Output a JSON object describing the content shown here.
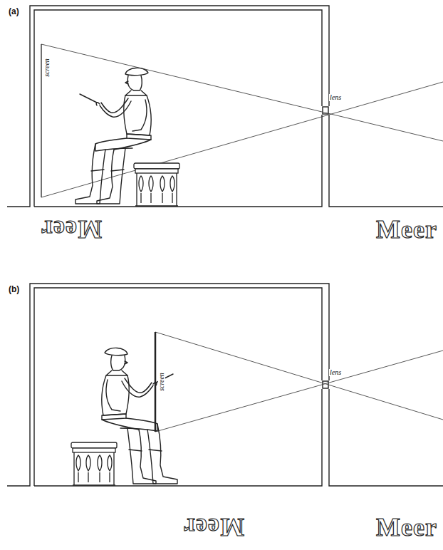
{
  "diagram": {
    "labels": [
      "(a)",
      "screen",
      "lens",
      "Meer",
      "Meer",
      "(b)",
      "screen",
      "lens",
      "Meer",
      "Meer"
    ]
  }
}
